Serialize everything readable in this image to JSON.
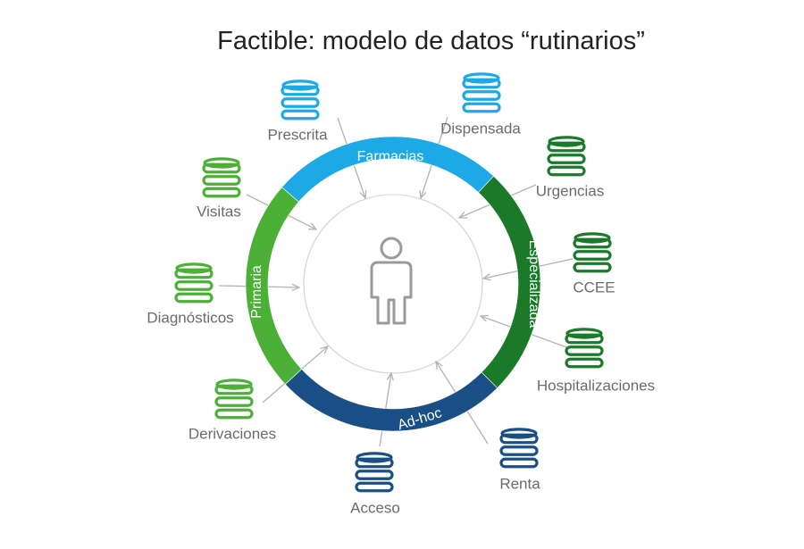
{
  "title": "Factible: modelo de datos “rutinarios”",
  "colors": {
    "farmacias": "#1ca9e6",
    "especializada": "#1a7a2a",
    "adhoc": "#1a4f86",
    "primaria": "#4caf38",
    "inner_circle": "#d8d8d8",
    "arrow": "#b3b3b3",
    "person": "#9a9a9a",
    "label": "#6b6b6b"
  },
  "segments": [
    {
      "key": "farmacias",
      "label": "Farmacias",
      "color": "#1ca9e6"
    },
    {
      "key": "especializada",
      "label": "Especializada",
      "color": "#1a7a2a"
    },
    {
      "key": "adhoc",
      "label": "Ad-hoc",
      "color": "#1a4f86"
    },
    {
      "key": "primaria",
      "label": "Primaria",
      "color": "#4caf38"
    }
  ],
  "sources": [
    {
      "key": "prescrita",
      "label": "Prescrita",
      "icon": "database-icon",
      "color": "#1ca9e6"
    },
    {
      "key": "dispensada",
      "label": "Dispensada",
      "icon": "database-icon",
      "color": "#1ca9e6"
    },
    {
      "key": "urgencias",
      "label": "Urgencias",
      "icon": "database-icon",
      "color": "#1a7a2a"
    },
    {
      "key": "ccee",
      "label": "CCEE",
      "icon": "database-icon",
      "color": "#1a7a2a"
    },
    {
      "key": "hospitalizaciones",
      "label": "Hospitalizaciones",
      "icon": "database-icon",
      "color": "#1a7a2a"
    },
    {
      "key": "renta",
      "label": "Renta",
      "icon": "database-icon",
      "color": "#1a4f86"
    },
    {
      "key": "acceso",
      "label": "Acceso",
      "icon": "database-icon",
      "color": "#1a4f86"
    },
    {
      "key": "derivaciones",
      "label": "Derivaciones",
      "icon": "database-icon",
      "color": "#4caf38"
    },
    {
      "key": "diagnosticos",
      "label": "Diagnósticos",
      "icon": "database-icon",
      "color": "#4caf38"
    },
    {
      "key": "visitas",
      "label": "Visitas",
      "icon": "database-icon",
      "color": "#4caf38"
    }
  ],
  "center_icon": "person-icon"
}
